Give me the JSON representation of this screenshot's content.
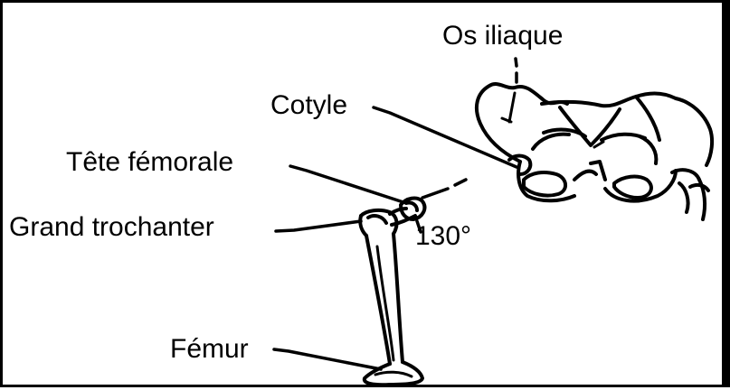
{
  "colors": {
    "ink": "#000000",
    "background": "#ffffff"
  },
  "labels": {
    "os_iliaque": "Os iliaque",
    "cotyle": "Cotyle",
    "tete_femorale": "Tête fémorale",
    "grand_trochanter": "Grand trochanter",
    "angle": "130°",
    "femur": "Fémur"
  }
}
